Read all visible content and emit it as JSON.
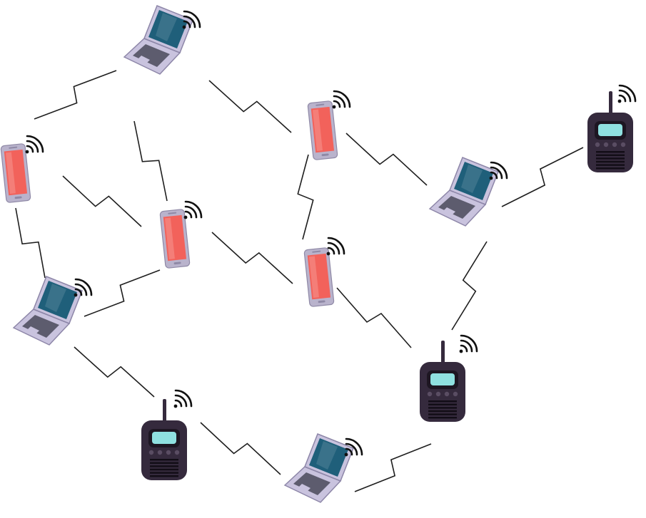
{
  "diagram": {
    "kind": "wireless-mesh-network",
    "colors": {
      "link": "#1e1e1e",
      "wifi": "#111111",
      "laptop_body": "#c9c3de",
      "laptop_edge": "#8d86a8",
      "laptop_screen": "#1f5f7a",
      "laptop_keys": "#4a4a5a",
      "phone_body": "#b9b3cc",
      "phone_screen": "#f2625b",
      "radio_body": "#352a3d",
      "radio_screen": "#8fe0e0"
    },
    "nodes": [
      {
        "id": "laptop-top",
        "device": "laptop-icon"
      },
      {
        "id": "phone-left",
        "device": "smartphone-icon"
      },
      {
        "id": "phone-center",
        "device": "smartphone-icon"
      },
      {
        "id": "phone-upper-mid",
        "device": "smartphone-icon"
      },
      {
        "id": "phone-lower-mid",
        "device": "smartphone-icon"
      },
      {
        "id": "laptop-left",
        "device": "laptop-icon"
      },
      {
        "id": "laptop-right",
        "device": "laptop-icon"
      },
      {
        "id": "laptop-bottom",
        "device": "laptop-icon"
      },
      {
        "id": "radio-top-right",
        "device": "walkie-talkie-icon"
      },
      {
        "id": "radio-bottom-left",
        "device": "walkie-talkie-icon"
      },
      {
        "id": "radio-bottom-right",
        "device": "walkie-talkie-icon"
      }
    ],
    "links": [
      [
        "laptop-top",
        "phone-left"
      ],
      [
        "laptop-top",
        "phone-center"
      ],
      [
        "laptop-top",
        "phone-upper-mid"
      ],
      [
        "phone-left",
        "phone-center"
      ],
      [
        "phone-left",
        "laptop-left"
      ],
      [
        "phone-center",
        "laptop-left"
      ],
      [
        "phone-center",
        "phone-lower-mid"
      ],
      [
        "phone-upper-mid",
        "phone-lower-mid"
      ],
      [
        "phone-upper-mid",
        "laptop-right"
      ],
      [
        "laptop-right",
        "radio-top-right"
      ],
      [
        "laptop-right",
        "radio-bottom-right"
      ],
      [
        "phone-lower-mid",
        "radio-bottom-right"
      ],
      [
        "laptop-left",
        "radio-bottom-left"
      ],
      [
        "radio-bottom-left",
        "laptop-bottom"
      ],
      [
        "laptop-bottom",
        "radio-bottom-right"
      ]
    ]
  }
}
